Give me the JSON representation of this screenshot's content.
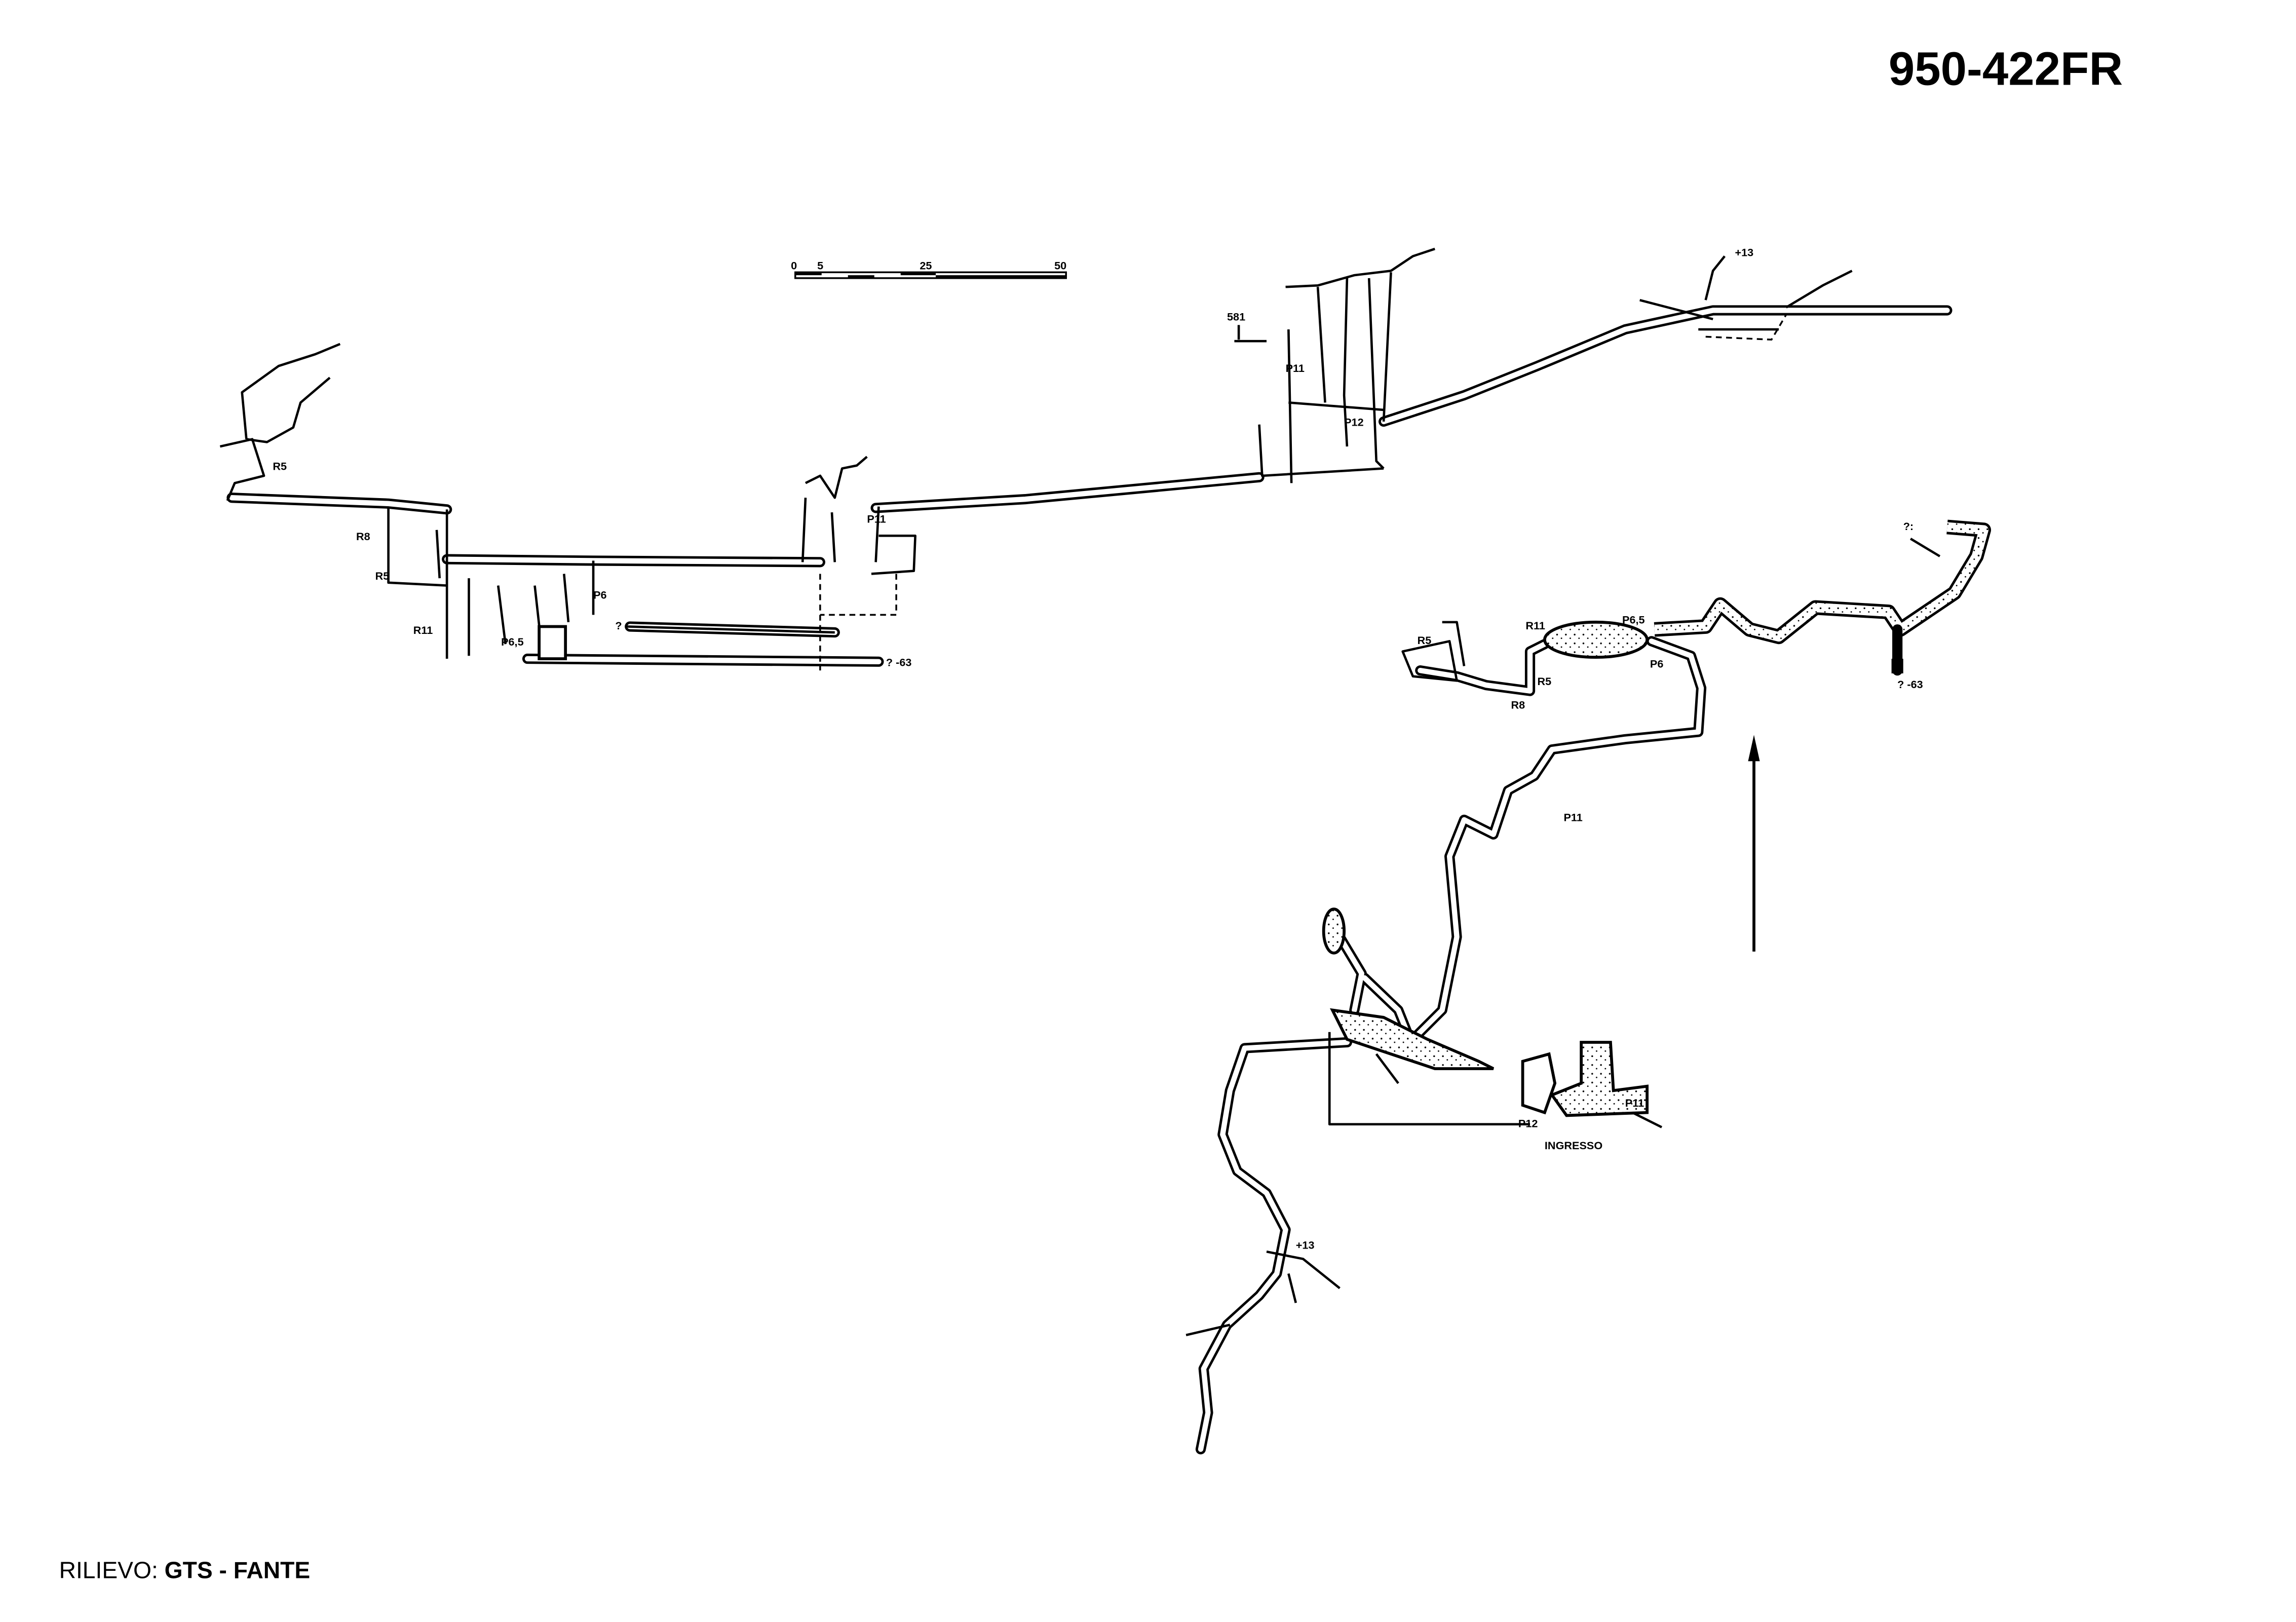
{
  "header": {
    "survey_code": "950-422FR"
  },
  "footer": {
    "credit_label": "RILIEVO:",
    "credit_authors": "GTS - FANTE"
  },
  "scale_bar": {
    "ticks": [
      "0",
      "5",
      "25",
      "50"
    ]
  },
  "section": {
    "entrance_altitude": "581",
    "labels": {
      "p11_top": "P11",
      "p12": "P12",
      "plus13": "+13",
      "r5_top": "R5",
      "r8": "R8",
      "r5_mid": "R5",
      "r11": "R11",
      "p6": "P6",
      "p65": "P6,5",
      "p11_mid": "P11",
      "question": "?",
      "end_depth": "? -63"
    }
  },
  "plan": {
    "labels": {
      "r5": "R5",
      "r11": "R11",
      "p65": "P6,5",
      "r5b": "R5",
      "r8": "R8",
      "p6": "P6",
      "question": "?:",
      "end_depth": "? -63",
      "p11_mid": "P11",
      "plus13": "+13",
      "p12": "P12",
      "p11_entr": "P11",
      "entrance": "INGRESSO"
    }
  }
}
